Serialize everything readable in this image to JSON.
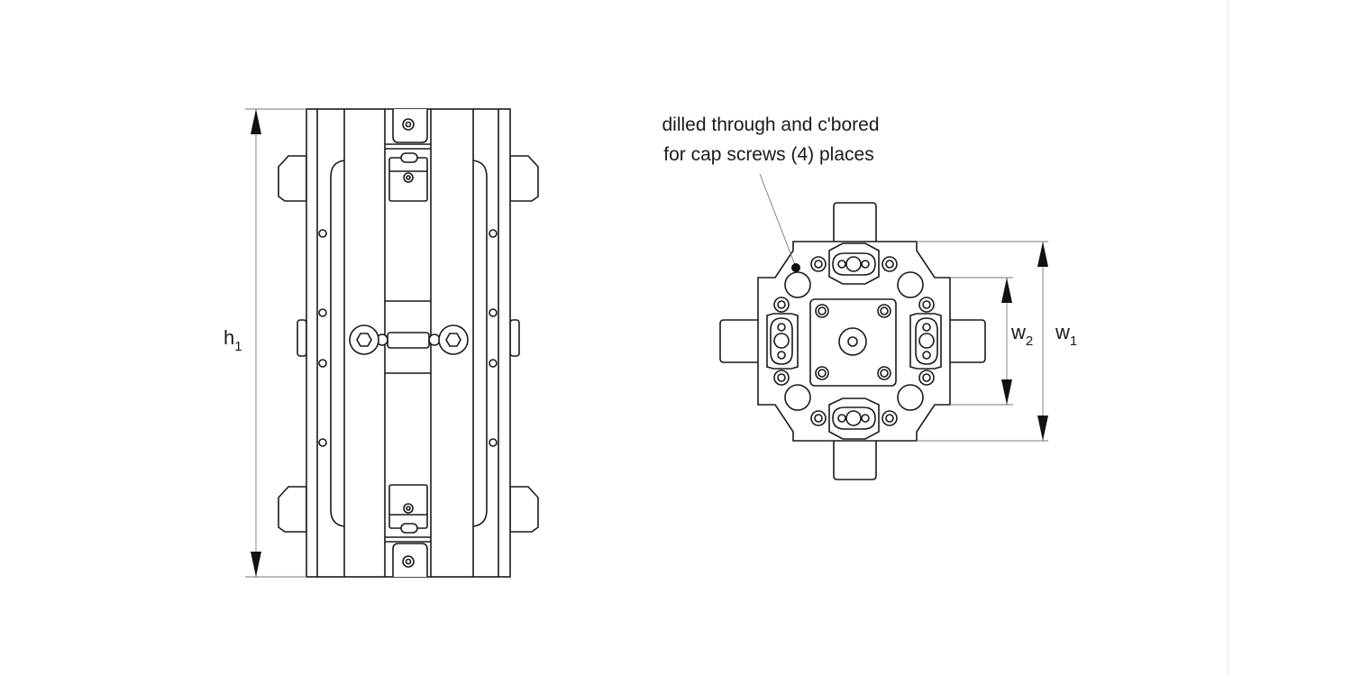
{
  "annotation": {
    "line1": "dilled through and c'bored",
    "line2": "for cap screws (4) places"
  },
  "dimensions": {
    "h1": {
      "symbol": "h",
      "subscript": "1"
    },
    "w1": {
      "symbol": "w",
      "subscript": "1"
    },
    "w2": {
      "symbol": "w",
      "subscript": "2"
    }
  }
}
